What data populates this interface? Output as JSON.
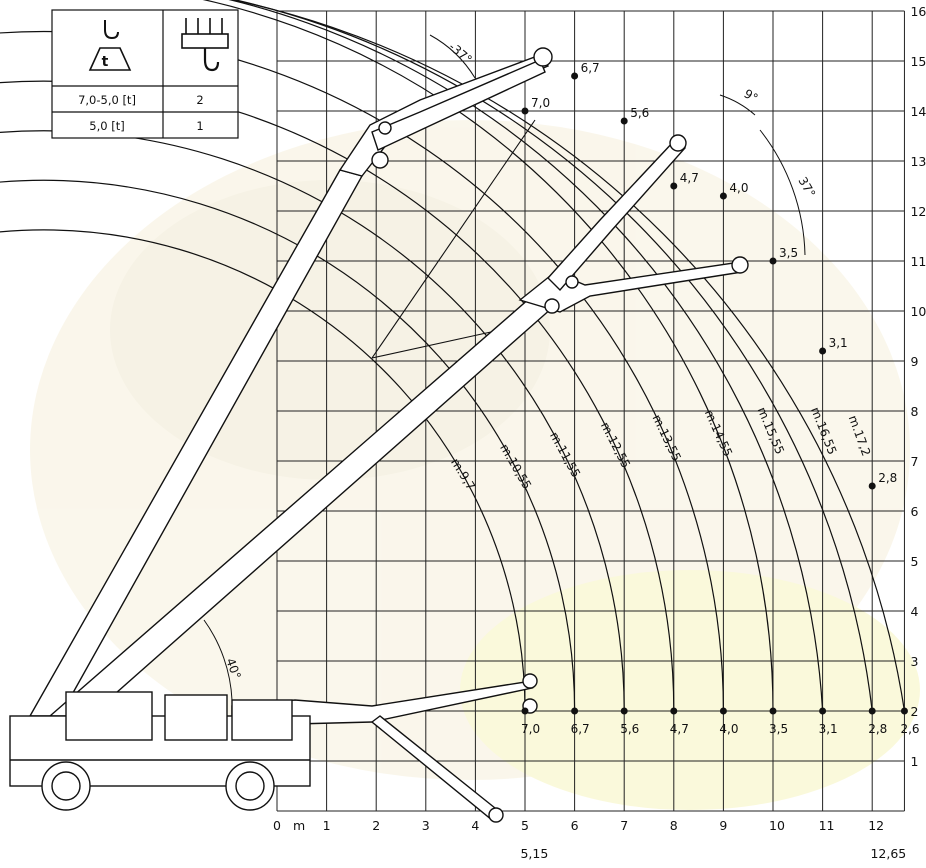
{
  "load_table": {
    "rows": [
      {
        "load": "7,0-5,0 [t]",
        "falls": "2"
      },
      {
        "load": "5,0 [t]",
        "falls": "1"
      }
    ]
  },
  "angles": {
    "boom_low": "40°",
    "jib_upper": "-37°",
    "jib_small": "9°",
    "jib_right": "37°"
  },
  "chart_data": {
    "type": "load-radius diagram",
    "x_axis": {
      "unit_label": "m",
      "ticks": [
        "0",
        "1",
        "2",
        "3",
        "4",
        "5",
        "6",
        "7",
        "8",
        "9",
        "10",
        "11",
        "12"
      ],
      "extra_ticks": [
        "5,15",
        "12,65"
      ]
    },
    "y_axis": {
      "ticks": [
        "1",
        "2",
        "3",
        "4",
        "5",
        "6",
        "7",
        "8",
        "9",
        "10",
        "11",
        "12",
        "13",
        "14",
        "15",
        "16"
      ],
      "note": "right-edge labels partially cut off in the original"
    },
    "arcs": [
      {
        "label": "m.9,7",
        "radius_m": 9.7
      },
      {
        "label": "m.10,55",
        "radius_m": 10.55
      },
      {
        "label": "m.11,55",
        "radius_m": 11.55
      },
      {
        "label": "m.12,55",
        "radius_m": 12.55
      },
      {
        "label": "m.13,55",
        "radius_m": 13.55
      },
      {
        "label": "m.14,55",
        "radius_m": 14.55
      },
      {
        "label": "m.15,55",
        "radius_m": 15.55
      },
      {
        "label": "m.16,55",
        "radius_m": 16.55
      },
      {
        "label": "m.17,2",
        "radius_m": 17.2
      }
    ],
    "ground_points": [
      {
        "x": 5,
        "y": 2,
        "label": "7,0"
      },
      {
        "x": 6,
        "y": 2,
        "label": "6,7"
      },
      {
        "x": 7,
        "y": 2,
        "label": "5,6"
      },
      {
        "x": 8,
        "y": 2,
        "label": "4,7"
      },
      {
        "x": 9,
        "y": 2,
        "label": "4,0"
      },
      {
        "x": 10,
        "y": 2,
        "label": "3,5"
      },
      {
        "x": 11,
        "y": 2,
        "label": "3,1"
      },
      {
        "x": 12,
        "y": 2,
        "label": "2,8"
      },
      {
        "x": 12.65,
        "y": 2,
        "label": "2,6"
      }
    ],
    "upper_points": [
      {
        "x": 5,
        "y": 14,
        "label": "7,0"
      },
      {
        "x": 6,
        "y": 14.7,
        "label": "6,7"
      },
      {
        "x": 7,
        "y": 13.8,
        "label": "5,6"
      },
      {
        "x": 8,
        "y": 12.5,
        "label": "4,7"
      },
      {
        "x": 9,
        "y": 12.3,
        "label": "4,0"
      },
      {
        "x": 10,
        "y": 11,
        "label": "3,5"
      },
      {
        "x": 11,
        "y": 9.2,
        "label": "3,1"
      },
      {
        "x": 12,
        "y": 6.5,
        "label": "2,8"
      }
    ]
  }
}
